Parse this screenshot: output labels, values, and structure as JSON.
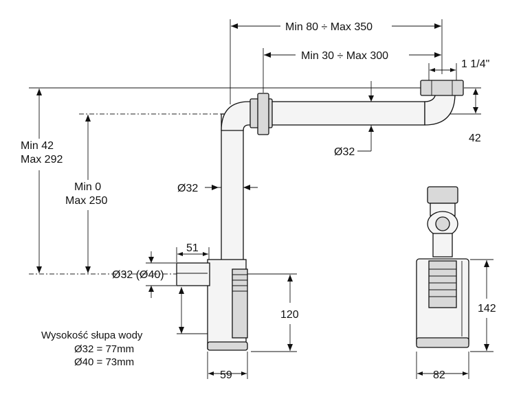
{
  "dimensions": {
    "top_range_outer": "Min 80 ÷  Max 350",
    "top_range_inner": "Min 30 ÷  Max 300",
    "thread_size": "1 1/4\"",
    "left_height_min": "Min 42",
    "left_height_max": "Max 292",
    "inner_height_min": "Min 0",
    "inner_height_max": "Max 250",
    "right_height": "42",
    "pipe_diameter_horizontal": "Ø32",
    "pipe_diameter_vertical": "Ø32",
    "inlet_offset": "51",
    "inlet_diameter": "Ø32 (Ø40)",
    "body_height": "120",
    "body_width": "59",
    "side_height": "142",
    "side_width": "82"
  },
  "notes": {
    "water_column_title": "Wysokość słupa wody",
    "water_column_32": "Ø32 = 77mm",
    "water_column_40": "Ø40 = 73mm"
  }
}
